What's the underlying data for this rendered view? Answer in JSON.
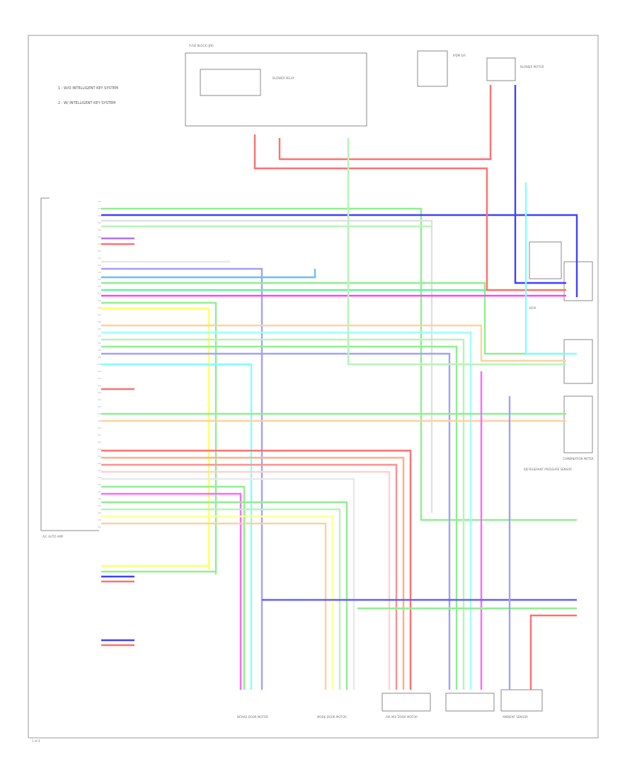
{
  "diagram": {
    "notes": [
      "1 : W/O INTELLIGENT KEY SYSTEM",
      "2 : W/ INTELLIGENT KEY SYSTEM"
    ],
    "components": {
      "control_unit": "A/C AUTO AMP",
      "blower_relay": "BLOWER RELAY",
      "blower_motor": "BLOWER MOTOR",
      "intake_door": "INTAKE DOOR MOTOR",
      "mode_door": "MODE DOOR MOTOR",
      "mix_door": "AIR MIX DOOR MOTOR",
      "sensor": "AMBIENT SENSOR",
      "fuse_block": "FUSE BLOCK (J/B)",
      "ipdm": "IPDM E/R",
      "bcm": "BCM",
      "combination_meter": "COMBINATION METER",
      "refrigerant_sensor": "REFRIGERANT PRESSURE SENSOR",
      "page_marker": "1 of 4"
    }
  }
}
